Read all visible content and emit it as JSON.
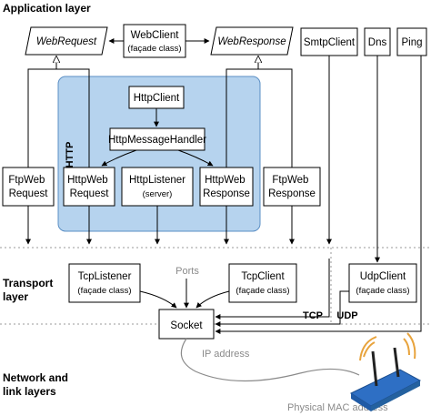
{
  "layers": {
    "application": "Application layer",
    "transport": [
      "Transport",
      "layer"
    ],
    "network": [
      "Network and",
      "link layers"
    ]
  },
  "classes": {
    "web_request": "WebRequest",
    "web_client": "WebClient",
    "web_client_sub": "(façade class)",
    "web_response": "WebResponse",
    "smtp_client": "SmtpClient",
    "dns": "Dns",
    "ping": "Ping",
    "http_client": "HttpClient",
    "http_message_handler": "HttpMessageHandler",
    "ftp_web_request": [
      "FtpWeb",
      "Request"
    ],
    "http_web_request": [
      "HttpWeb",
      "Request"
    ],
    "http_listener": "HttpListener",
    "http_listener_sub": "(server)",
    "http_web_response": [
      "HttpWeb",
      "Response"
    ],
    "ftp_web_response": [
      "FtpWeb",
      "Response"
    ],
    "tcp_listener": "TcpListener",
    "tcp_listener_sub": "(façade class)",
    "tcp_client": "TcpClient",
    "tcp_client_sub": "(façade class)",
    "udp_client": "UdpClient",
    "udp_client_sub": "(façade class)",
    "socket": "Socket"
  },
  "labels": {
    "http": "HTTP",
    "ports": "Ports",
    "tcp": "TCP",
    "udp": "UDP",
    "ip_address": "IP address",
    "physical_mac": "Physical MAC address"
  },
  "colors": {
    "http_region": "#b6d3ee",
    "http_region_border": "#5b8fc4",
    "router_body": "#2e6fc4",
    "router_antenna": "#222222",
    "router_signal": "#e8a33c",
    "divider": "#9a9a9a",
    "gray_text": "#8a8a8a"
  },
  "icons": {
    "router": "wireless-router-icon"
  }
}
